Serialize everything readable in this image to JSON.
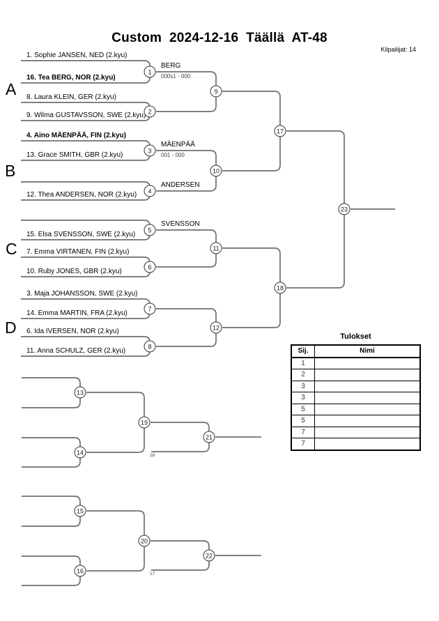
{
  "page": {
    "title": "Custom  2024-12-16  Täällä  AT-48",
    "competitors_label": "Kilpailijat: 14"
  },
  "bracket": {
    "groups": [
      "A",
      "B",
      "C",
      "D"
    ],
    "slots": [
      "1. Sophie JANSEN, NED (2.kyu)",
      "16. Tea BERG, NOR (2.kyu)",
      "8. Laura KLEIN, GER (2.kyu)",
      "9. Wilma GUSTAVSSON, SWE (2.kyu)",
      "4. Aino MÄENPÄÄ, FIN (2.kyu)",
      "13. Grace SMITH, GBR (2.kyu)",
      "12. Thea ANDERSEN, NOR (2.kyu)",
      "15. Elsa SVENSSON, SWE (2.kyu)",
      "7. Emma VIRTANEN, FIN (2.kyu)",
      "10. Ruby JONES, GBR (2.kyu)",
      "3. Maja JOHANSSON, SWE (2.kyu)",
      "14. Emma MARTIN, FRA (2.kyu)",
      "6. Ida IVERSEN, NOR (2.kyu)",
      "11. Anna SCHULZ, GER (2.kyu)"
    ],
    "winners": {
      "m1": {
        "name": "BERG",
        "score": "000s1 - 000"
      },
      "m3": {
        "name": "MÄENPÄÄ",
        "score": "001 - 000"
      },
      "m4": {
        "name": "ANDERSEN",
        "score": ""
      },
      "m5": {
        "name": "SVENSSON",
        "score": ""
      }
    },
    "matches": {
      "m1": "1",
      "m2": "2",
      "m3": "3",
      "m4": "4",
      "m5": "5",
      "m6": "6",
      "m7": "7",
      "m8": "8",
      "m9": "9",
      "m10": "10",
      "m11": "11",
      "m12": "12",
      "m13": "13",
      "m14": "14",
      "m15": "15",
      "m16": "16",
      "m17": "17",
      "m18": "18",
      "m19": "19",
      "m20": "20",
      "m21": "21",
      "m22": "22",
      "m23": "23"
    },
    "repechage_feed_labels": [
      "18",
      "17"
    ]
  },
  "results": {
    "title": "Tulokset",
    "headers": [
      "Sij.",
      "Nimi"
    ],
    "rows": [
      {
        "place": "1",
        "name": ""
      },
      {
        "place": "2",
        "name": ""
      },
      {
        "place": "3",
        "name": ""
      },
      {
        "place": "3",
        "name": ""
      },
      {
        "place": "5",
        "name": ""
      },
      {
        "place": "5",
        "name": ""
      },
      {
        "place": "7",
        "name": ""
      },
      {
        "place": "7",
        "name": ""
      }
    ]
  }
}
